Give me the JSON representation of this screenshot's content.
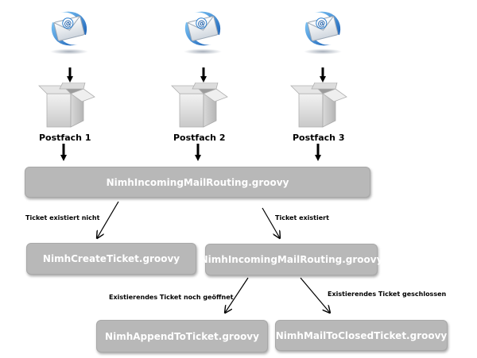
{
  "mailboxes": [
    {
      "label": "Postfach 1"
    },
    {
      "label": "Postfach 2"
    },
    {
      "label": "Postfach 3"
    }
  ],
  "nodes": {
    "routing_top": "NimhIncomingMailRouting.groovy",
    "create_ticket": "NimhCreateTicket.groovy",
    "routing_second": "NimhIncomingMailRouting.groovy",
    "append_to_ticket": "NimhAppendToTicket.groovy",
    "mail_to_closed": "NimhMailToClosedTicket.groovy"
  },
  "edges": {
    "ticket_not_exists": "Ticket existiert nicht",
    "ticket_exists": "Ticket existiert",
    "ticket_open": "Existierendes Ticket noch geöffnet",
    "ticket_closed": "Existierendes Ticket geschlossen"
  },
  "icons": {
    "mail": "email-envelope-icon",
    "mailbox": "open-box-icon"
  },
  "colors": {
    "node_fill": "#b8b8b8",
    "node_text": "#ffffff",
    "arrow": "#000000",
    "mail_blue": "#2b7fd0"
  }
}
